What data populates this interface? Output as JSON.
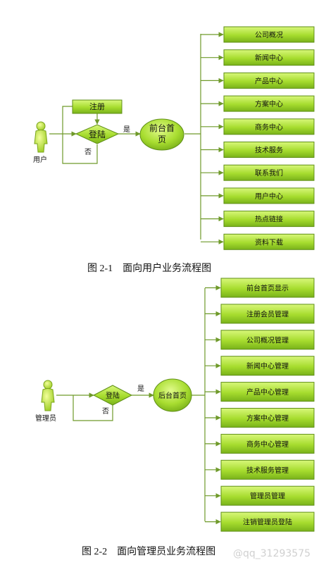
{
  "diagram1": {
    "actor": "用户",
    "register": "注册",
    "login": "登陆",
    "yes": "是",
    "no": "否",
    "hub": [
      "前台首",
      "页"
    ],
    "items": [
      "公司概况",
      "新闻中心",
      "产品中心",
      "方案中心",
      "商务中心",
      "技术服务",
      "联系我们",
      "用户中心",
      "热点链接",
      "资料下载"
    ],
    "caption": "图 2-1    面向用户业务流程图"
  },
  "diagram2": {
    "actor": "管理员",
    "login": "登陆",
    "yes": "是",
    "no": "否",
    "hub": "后台首页",
    "items": [
      "前台首页显示",
      "注册会员管理",
      "公司概况管理",
      "新闻中心管理",
      "产品中心管理",
      "方案中心管理",
      "商务中心管理",
      "技术服务管理",
      "管理员管理",
      "注销管理员登陆"
    ],
    "caption": "图 2-2    面向管理员业务流程图"
  },
  "watermark": "@qq_31293575",
  "colors": {
    "fill_light": "#c8f05a",
    "fill_dark": "#7cb518",
    "stroke": "#5f8f16",
    "line": "#6f9a2a"
  }
}
